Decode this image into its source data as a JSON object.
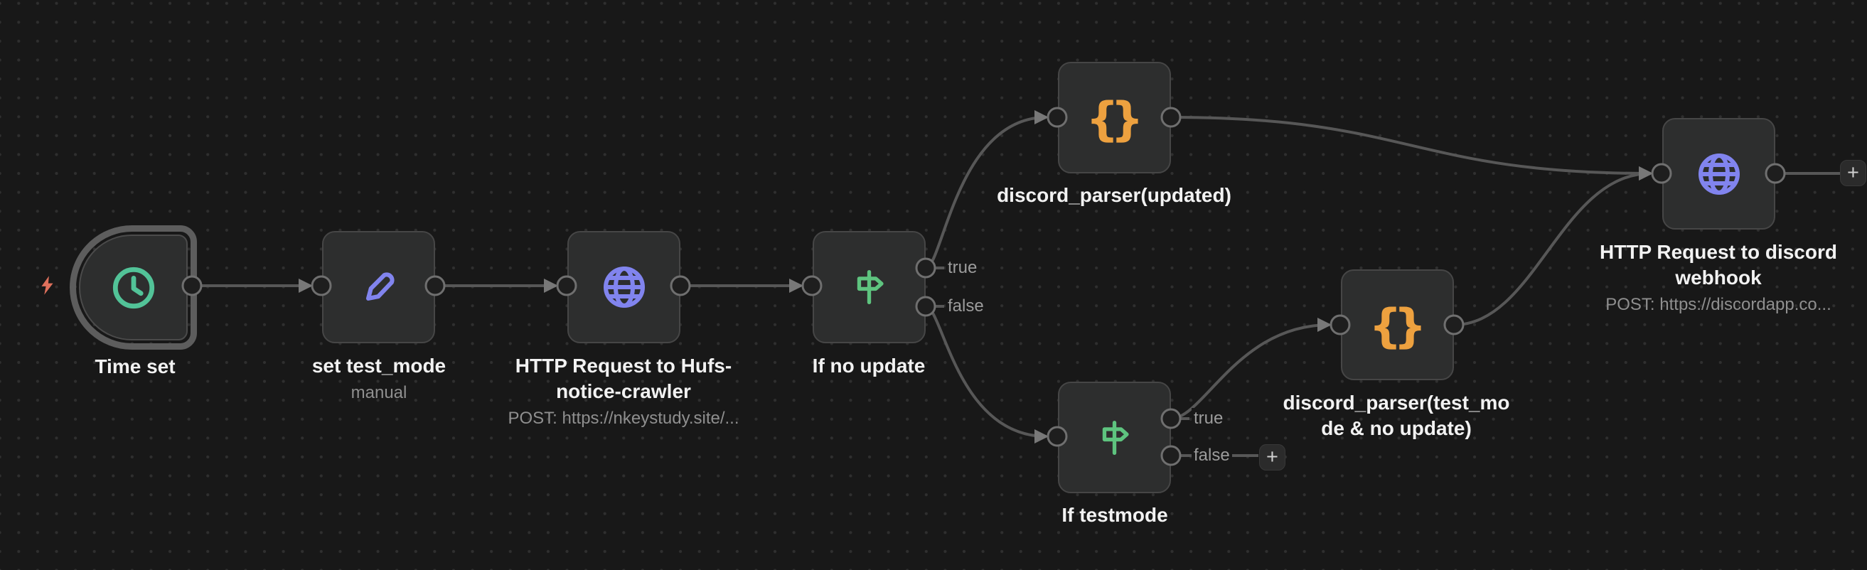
{
  "canvas": {
    "background": "#181818",
    "dot_color": "#2f2f2f"
  },
  "colors": {
    "trigger_green": "#52c398",
    "green": "#5ec47f",
    "purple": "#8184ee",
    "orange": "#eda13f",
    "coral": "#df705c",
    "line": "#575757",
    "arrow": "#787878"
  },
  "icons": {
    "brace_open": "{",
    "brace_close": "}"
  },
  "plus_label": "+",
  "nodes": [
    {
      "id": "time_set",
      "label": "Time set",
      "icon": "clock-icon",
      "icon_color": "#52c398",
      "kind": "trigger"
    },
    {
      "id": "set_test_mode",
      "label": "set test_mode",
      "sublabel": "manual",
      "icon": "pencil-icon",
      "icon_color": "#8184ee"
    },
    {
      "id": "http_hufs",
      "label": "HTTP Request to Hufs-notice-crawler",
      "sublabel": "POST: https://nkeystudy.site/...",
      "icon": "globe-icon",
      "icon_color": "#8184ee"
    },
    {
      "id": "if_no_update",
      "label": "If no update",
      "icon": "signpost-icon",
      "icon_color": "#5ec47f",
      "outputs": [
        "true",
        "false"
      ]
    },
    {
      "id": "discord_parser_updated",
      "label": "discord_parser(updated)",
      "icon": "braces-icon",
      "icon_color": "#eda13f"
    },
    {
      "id": "if_testmode",
      "label": "If testmode",
      "icon": "signpost-icon",
      "icon_color": "#5ec47f",
      "outputs": [
        "true",
        "false"
      ]
    },
    {
      "id": "discord_parser_test",
      "label": "discord_parser(test_mode & no update)",
      "icon": "braces-icon",
      "icon_color": "#eda13f"
    },
    {
      "id": "http_webhook",
      "label": "HTTP Request to discord webhook",
      "sublabel": "POST: https://discordapp.co...",
      "icon": "globe-icon",
      "icon_color": "#8184ee"
    }
  ]
}
